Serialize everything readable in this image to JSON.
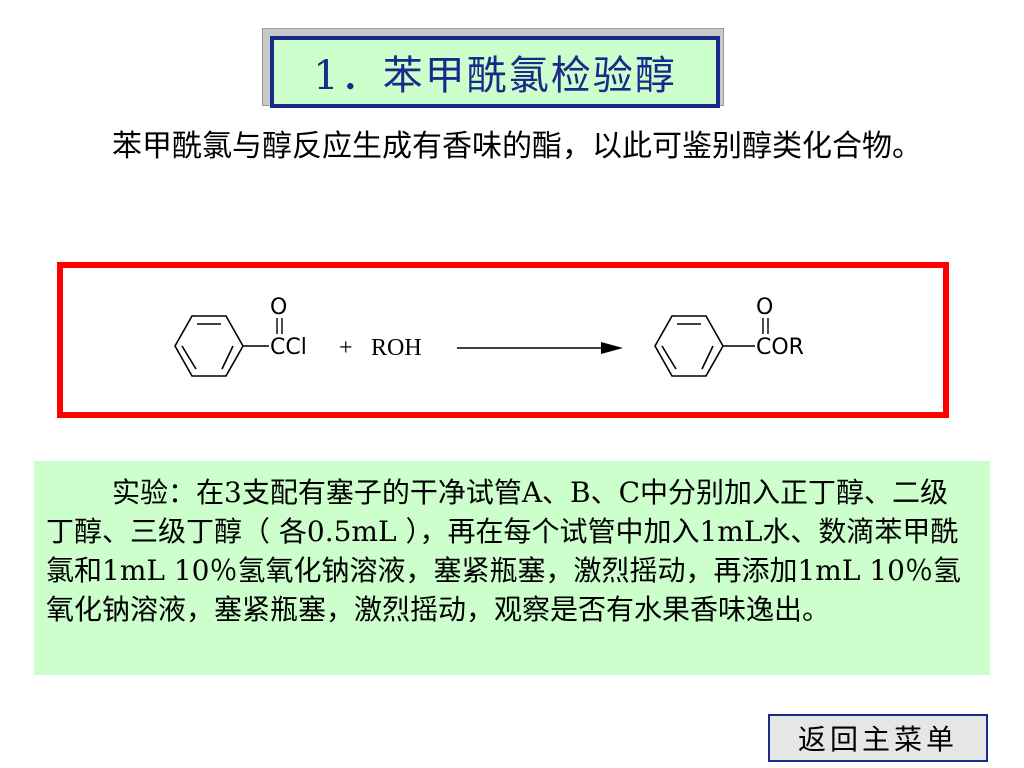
{
  "title": "1．苯甲酰氯检验醇",
  "intro": "苯甲酰氯与醇反应生成有香味的酯，以此可鉴别醇类化合物。",
  "reaction": {
    "reactant_o": "O",
    "reactant_group": "CCl",
    "plus": "+",
    "reagent": "ROH",
    "product_o": "O",
    "product_group": "COR"
  },
  "experiment": "实验：在3支配有塞子的干净试管A、B、C中分别加入正丁醇、二级丁醇、三级丁醇（ 各0.5mL ），再在每个试管中加入1mL水、数滴苯甲酰氯和1mL 10％氢氧化钠溶液，塞紧瓶塞，激烈摇动，再添加1mL 10％氢氧化钠溶液，塞紧瓶塞，激烈摇动，观察是否有水果香味逸出。",
  "menu_button": "返回主菜单",
  "colors": {
    "title_border": "#1a2a8a",
    "title_bg": "#ccffcc",
    "reaction_border": "#ff0000",
    "experiment_bg": "#ccffcc"
  }
}
